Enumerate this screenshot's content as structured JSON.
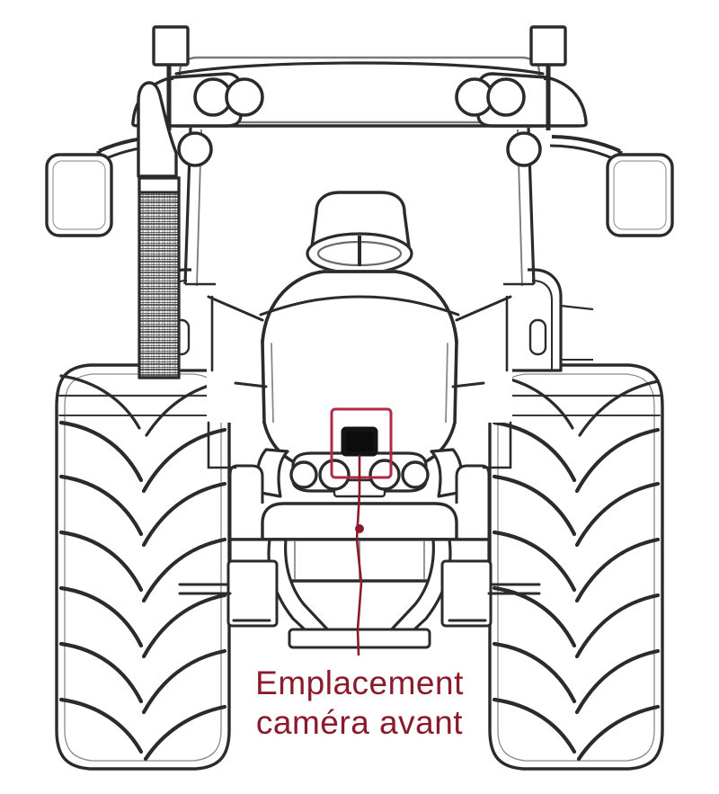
{
  "document": {
    "title": "Emplacement caméra avant",
    "subject": "tractor-front-view-line-drawing",
    "language": "fr"
  },
  "annotation": {
    "line1": "Emplacement",
    "line2": "caméra avant",
    "color": "#8b1a2b",
    "leader_line_color": "#8b1a2b",
    "highlight_box_color": "#b02a45",
    "camera_fill_color": "#141414"
  },
  "colors": {
    "background": "#ffffff",
    "line": "#2b2b2b",
    "line_light": "#4a4a4a",
    "line_faint": "#6d6d6d",
    "annotation": "#8b1a2b"
  },
  "parts": {
    "beacon_left": "beacon-light-left",
    "beacon_right": "beacon-light-right",
    "mirror_left": "mirror-left",
    "mirror_right": "mirror-right",
    "roof": "cab-roof",
    "work_lights": "roof-work-lights",
    "windshield": "cab-windshield",
    "seat": "operator-seat",
    "steering_wheel": "steering-wheel",
    "exhaust_stack": "exhaust-stack",
    "hood": "engine-hood",
    "grille": "front-grille",
    "headlights": "headlights",
    "front_weight": "front-ballast-weight",
    "front_linkage": "front-three-point-linkage",
    "wheel_left": "rear-wheel-left",
    "wheel_right": "rear-wheel-right",
    "fender_left": "fender-left",
    "fender_right": "fender-right",
    "camera": "front-camera"
  }
}
